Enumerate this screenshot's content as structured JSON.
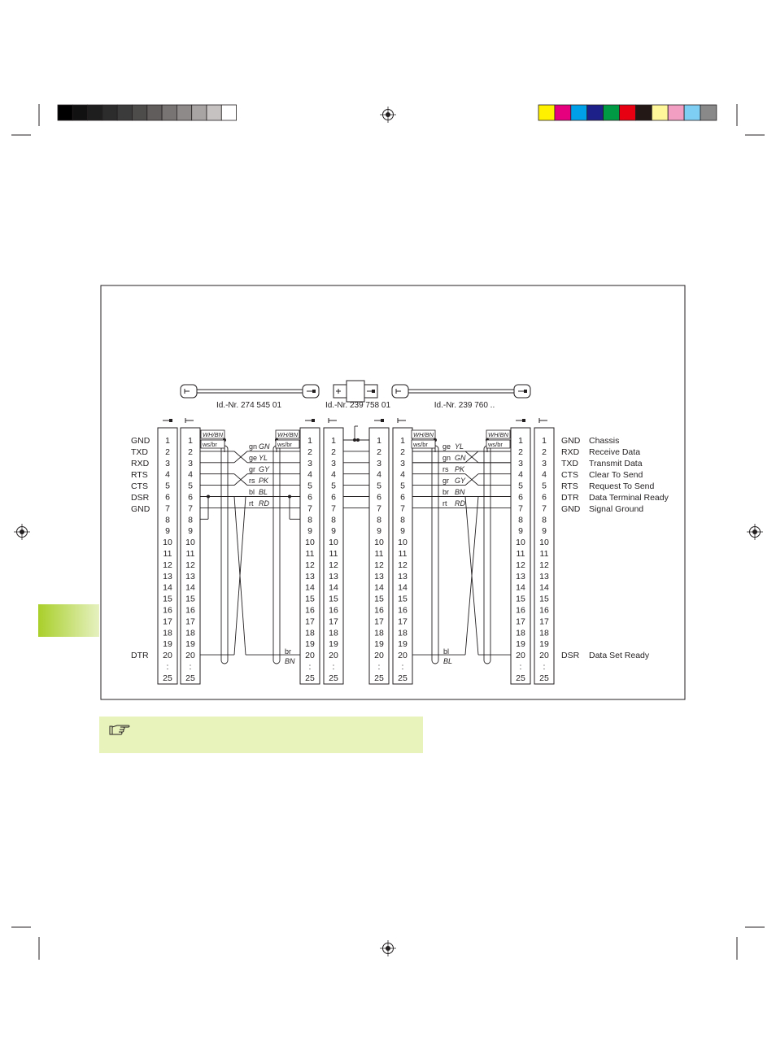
{
  "colors": {
    "note_background": "#e8f3bb",
    "tab_gradient_start": "#a9cf2a",
    "tab_gradient_end": "#e6f1c0",
    "gray_scale": [
      "#000000",
      "#111111",
      "#1e1e1e",
      "#2c2c2c",
      "#3b3b3b",
      "#4e4b4b",
      "#615d5d",
      "#787474",
      "#8e8a8a",
      "#a8a4a4",
      "#c6c2c2",
      "#ffffff"
    ],
    "color_bar": [
      "#fff100",
      "#e6007e",
      "#00a0e9",
      "#1d2088",
      "#009944",
      "#e60012",
      "#231815",
      "#fff799",
      "#f19ec2",
      "#7ecef4",
      "#898989"
    ]
  },
  "icons": [
    "registration-mark-icon",
    "hand-pointer-icon",
    "connector-icon"
  ],
  "cables": [
    {
      "id": "Id.-Nr. 274 545 01"
    },
    {
      "id": "Id.-Nr. 239 758 01"
    },
    {
      "id": "Id.-Nr. 239 760 .."
    }
  ],
  "pin_numbers": [
    "1",
    "2",
    "3",
    "4",
    "5",
    "6",
    "7",
    "8",
    "9",
    "10",
    "11",
    "12",
    "13",
    "14",
    "15",
    "16",
    "17",
    "18",
    "19",
    "20",
    "25"
  ],
  "left_signals": [
    "GND",
    "TXD",
    "RXD",
    "RTS",
    "CTS",
    "DSR",
    "GND"
  ],
  "left_dtr": "DTR",
  "right_signals": [
    {
      "abbr": "GND",
      "name": "Chassis"
    },
    {
      "abbr": "RXD",
      "name": "Receive Data"
    },
    {
      "abbr": "TXD",
      "name": "Transmit Data"
    },
    {
      "abbr": "CTS",
      "name": "Clear To Send"
    },
    {
      "abbr": "RTS",
      "name": "Request To Send"
    },
    {
      "abbr": "DTR",
      "name": "Data Terminal Ready"
    },
    {
      "abbr": "GND",
      "name": "Signal Ground"
    }
  ],
  "right_dsr": {
    "abbr": "DSR",
    "name": "Data Set Ready"
  },
  "shield_labels": {
    "upper": "WH/BN",
    "lower": "ws/br"
  },
  "wires_cable1": [
    {
      "de": "gn",
      "en": "GN"
    },
    {
      "de": "ge",
      "en": "YL"
    },
    {
      "de": "gr",
      "en": "GY"
    },
    {
      "de": "rs",
      "en": "PK"
    },
    {
      "de": "bl",
      "en": "BL"
    },
    {
      "de": "rt",
      "en": "RD"
    }
  ],
  "wire_cable1_row20": {
    "de": "br",
    "en": "BN"
  },
  "wires_cable3": [
    {
      "de": "ge",
      "en": "YL"
    },
    {
      "de": "gn",
      "en": "GN"
    },
    {
      "de": "rs",
      "en": "PK"
    },
    {
      "de": "gr",
      "en": "GY"
    },
    {
      "de": "br",
      "en": "BN"
    },
    {
      "de": "rt",
      "en": "RD"
    }
  ],
  "wire_cable3_row20": {
    "de": "bl",
    "en": "BL"
  },
  "dots": ":"
}
